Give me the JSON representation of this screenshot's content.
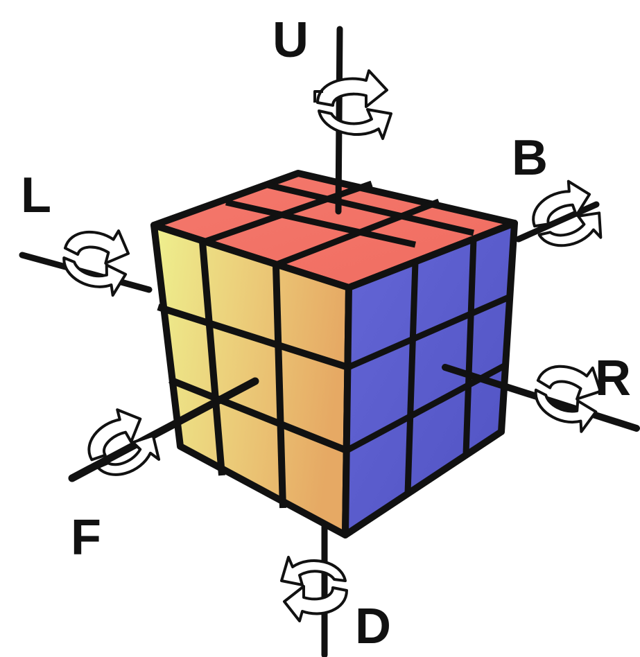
{
  "labels": {
    "u": "U",
    "b": "B",
    "l": "L",
    "r": "R",
    "f": "F",
    "d": "D"
  },
  "colors": {
    "top_face": "#f2756a",
    "front_face_light": "#eaea84",
    "front_face_dark": "#e8b86a",
    "right_face": "#5d5fcf",
    "outline": "#111111"
  },
  "icons": [
    "rotation-arrow-icon"
  ]
}
